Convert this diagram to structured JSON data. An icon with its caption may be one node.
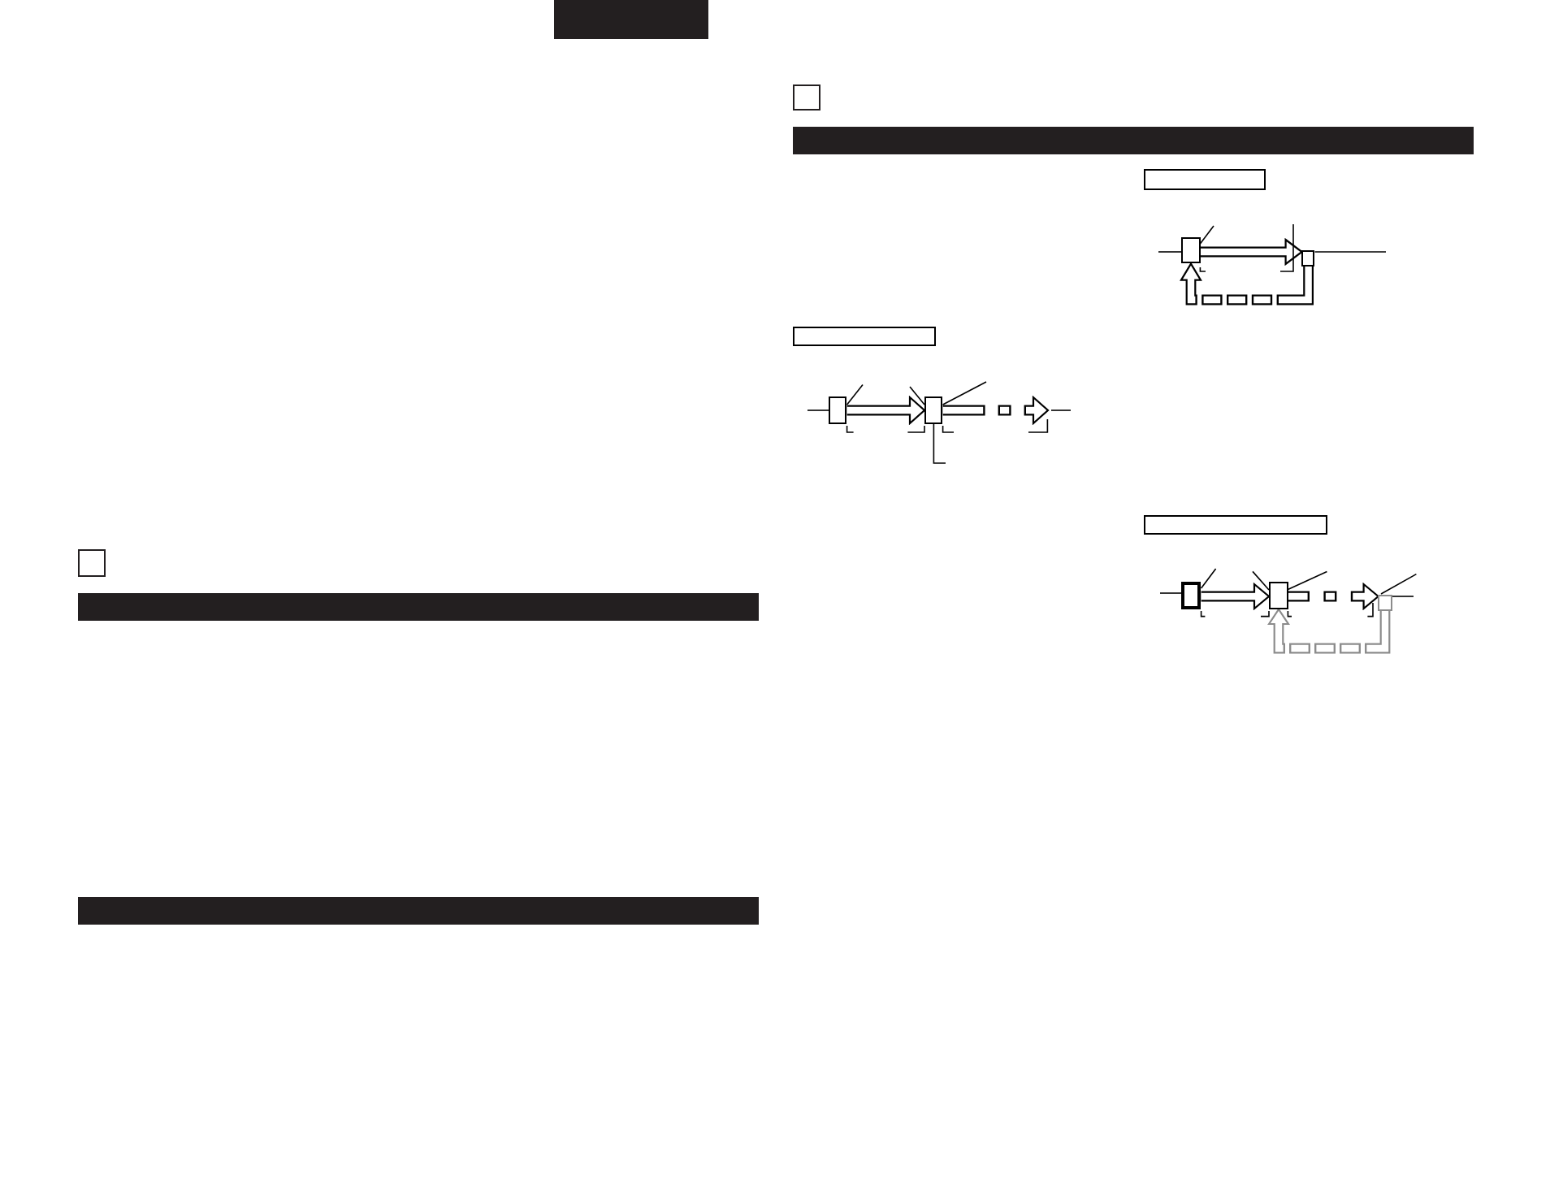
{
  "diagram": {
    "nodes": [
      {
        "text": [],
        "shape": "bar"
      },
      {
        "text": [],
        "shape": "box"
      },
      {
        "text": [],
        "shape": "bar"
      },
      {
        "text": [],
        "shape": "bar"
      },
      {
        "text": [],
        "shape": "box"
      },
      {
        "text": [],
        "shape": "bar"
      },
      {
        "text": [],
        "shape": "box"
      },
      {
        "text": [],
        "shape": "box"
      },
      {
        "text": [],
        "shape": "box"
      },
      {
        "text": [],
        "shape": "box"
      },
      {
        "text": [],
        "shape": "box"
      },
      {
        "text": [],
        "shape": "box"
      },
      {
        "text": [],
        "shape": "box"
      },
      {
        "text": [],
        "shape": "box"
      },
      {
        "text": [],
        "shape": "box"
      },
      {
        "text": [],
        "shape": "box"
      }
    ],
    "edges": [
      {
        "from": 7,
        "to": 8,
        "arrow": "to",
        "style": "thick"
      },
      {
        "from": 8,
        "to": 7,
        "arrow": "to",
        "style": "dashed"
      },
      {
        "from": null,
        "to": 7,
        "arrow": "none"
      },
      {
        "from": null,
        "to": 7,
        "arrow": "none"
      },
      {
        "from": 8,
        "to": null,
        "arrow": "none"
      },
      {
        "from": 10,
        "to": 11,
        "arrow": "to",
        "style": "thick"
      },
      {
        "from": 11,
        "to": null,
        "arrow": "to",
        "style": "dashed"
      },
      {
        "from": null,
        "to": 10,
        "arrow": "none"
      },
      {
        "from": null,
        "to": 11,
        "arrow": "none"
      },
      {
        "from": null,
        "to": 11,
        "arrow": "none"
      },
      {
        "from": 11,
        "to": null,
        "arrow": "none"
      },
      {
        "from": null,
        "to": 10,
        "arrow": "none"
      },
      {
        "from": 13,
        "to": 14,
        "arrow": "to",
        "style": "thick"
      },
      {
        "from": 14,
        "to": 15,
        "arrow": "to",
        "style": "dashed"
      },
      {
        "from": 15,
        "to": 14,
        "arrow": "to",
        "style": "dashed",
        "color": "#8c8c8c"
      },
      {
        "from": null,
        "to": 13,
        "arrow": "none"
      },
      {
        "from": null,
        "to": 14,
        "arrow": "none"
      },
      {
        "from": null,
        "to": 14,
        "arrow": "none"
      },
      {
        "from": null,
        "to": 15,
        "arrow": "none"
      },
      {
        "from": null,
        "to": 13,
        "arrow": "none"
      },
      {
        "from": 15,
        "to": null,
        "arrow": "none"
      }
    ]
  }
}
